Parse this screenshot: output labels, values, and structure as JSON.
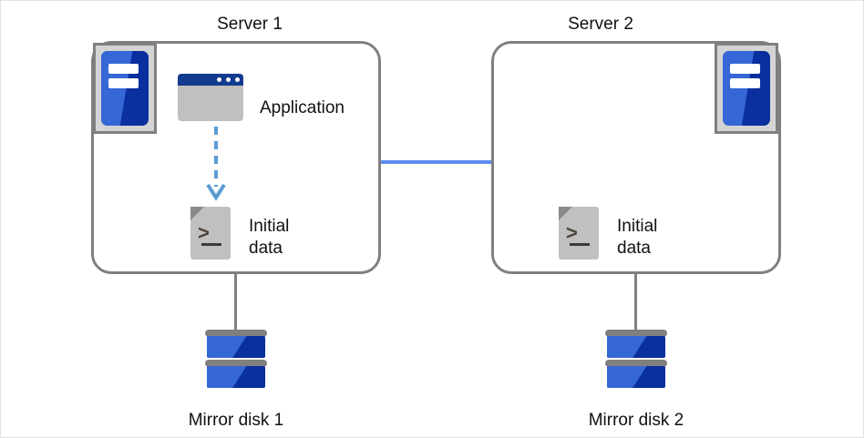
{
  "diagram": {
    "title_server1": "Server 1",
    "title_server2": "Server 2",
    "nodes": {
      "server1": {
        "label": "Server 1",
        "server_icon_name": "server-rack-icon",
        "app": {
          "label": "Application",
          "icon_name": "application-window-icon"
        },
        "data": {
          "label": "Initial\ndata",
          "label_line1": "Initial",
          "label_line2": "data",
          "icon_name": "script-file-icon",
          "icon_glyph_prompt": ">",
          "icon_glyph_cursor": "_"
        },
        "disk": {
          "label": "Mirror disk 1",
          "icon_name": "mirror-disk-icon"
        }
      },
      "server2": {
        "label": "Server 2",
        "server_icon_name": "server-rack-icon",
        "data": {
          "label": "Initial\ndata",
          "label_line1": "Initial",
          "label_line2": "data",
          "icon_name": "script-file-icon",
          "icon_glyph_prompt": ">",
          "icon_glyph_cursor": "_"
        },
        "disk": {
          "label": "Mirror disk 2",
          "icon_name": "mirror-disk-icon"
        }
      }
    },
    "connections": {
      "interconnect": {
        "name": "server-interconnect-link",
        "color": "#5b8def",
        "style": "solid"
      },
      "app_to_data": {
        "name": "application-writes-data-arrow",
        "color": "#5b9bd5",
        "style": "dashed",
        "direction": "down"
      },
      "server1_to_disk1": {
        "name": "server1-disk1-link",
        "color": "#808080"
      },
      "server2_to_disk2": {
        "name": "server2-disk2-link",
        "color": "#808080"
      }
    },
    "colors": {
      "server_blue_dark": "#0a2f9e",
      "server_blue_light": "#3667d6",
      "titlebar_blue": "#123a8f",
      "icon_gray": "#c0c0c0",
      "border_gray": "#808080",
      "frame_gray": "#d4d4d4",
      "link_blue": "#5b8def",
      "arrow_blue": "#5b9bd5",
      "text": "#111111",
      "background": "#ffffff"
    }
  }
}
